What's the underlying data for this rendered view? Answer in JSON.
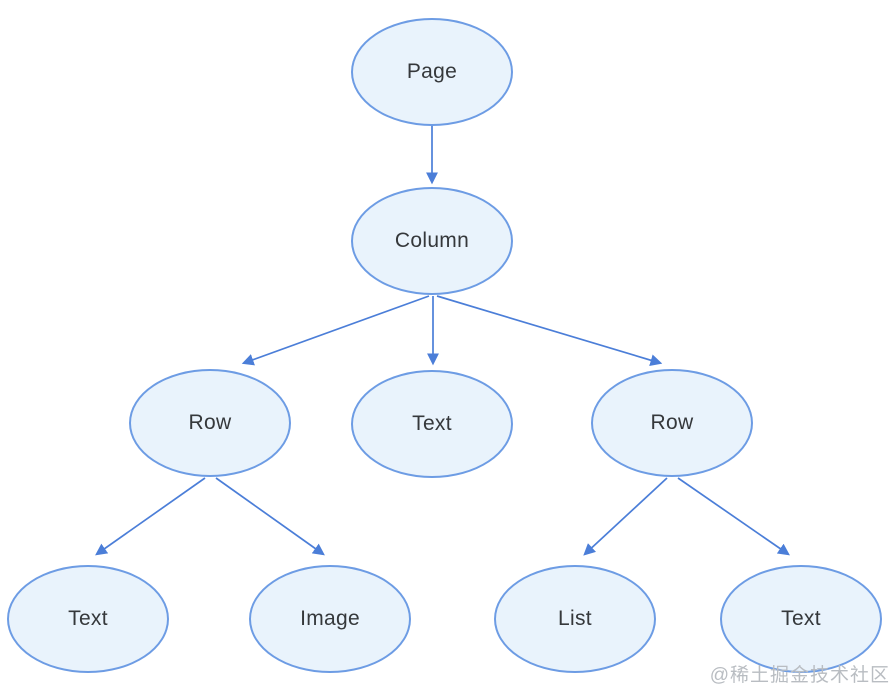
{
  "diagram": {
    "type": "tree",
    "nodes": {
      "page": {
        "label": "Page"
      },
      "column": {
        "label": "Column"
      },
      "row_left": {
        "label": "Row"
      },
      "text_middle": {
        "label": "Text"
      },
      "row_right": {
        "label": "Row"
      },
      "text_bottom_left": {
        "label": "Text"
      },
      "image": {
        "label": "Image"
      },
      "list": {
        "label": "List"
      },
      "text_bottom_right": {
        "label": "Text"
      }
    },
    "edges": [
      {
        "from": "page",
        "to": "column"
      },
      {
        "from": "column",
        "to": "row_left"
      },
      {
        "from": "column",
        "to": "text_middle"
      },
      {
        "from": "column",
        "to": "row_right"
      },
      {
        "from": "row_left",
        "to": "text_bottom_left"
      },
      {
        "from": "row_left",
        "to": "image"
      },
      {
        "from": "row_right",
        "to": "list"
      },
      {
        "from": "row_right",
        "to": "text_bottom_right"
      }
    ],
    "colors": {
      "node_fill": "#e9f3fc",
      "node_stroke": "#6d9ce4",
      "edge_stroke": "#4b7ed8",
      "label_color": "#35383b",
      "watermark_color": "#b9bdc2"
    }
  },
  "watermark": {
    "text": "@稀土掘金技术社区"
  }
}
